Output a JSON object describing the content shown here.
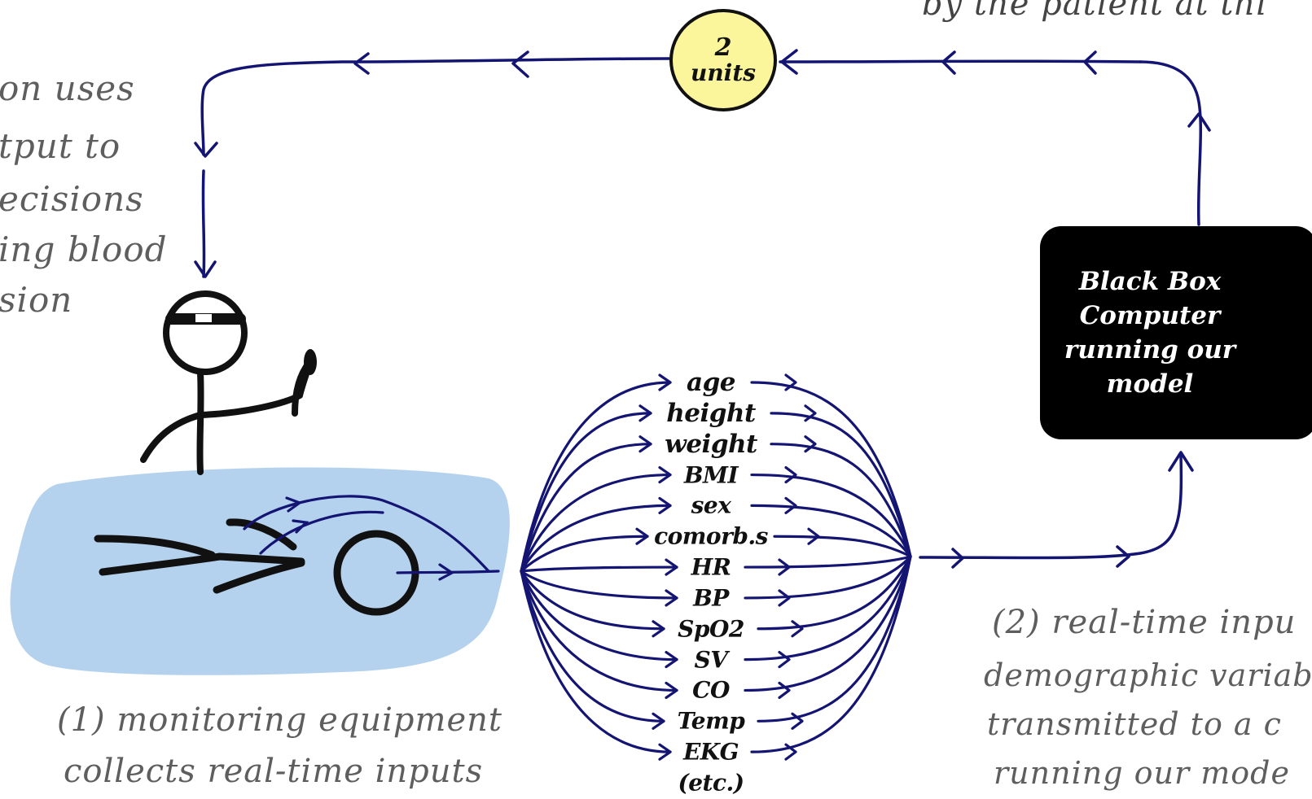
{
  "top_right_text": "by the patient at thi",
  "left_note_lines": [
    "on uses",
    "tput to",
    "ecisions",
    "ing blood",
    "sion"
  ],
  "dose": {
    "number": "2",
    "unit": "units",
    "color": "#fbf59b"
  },
  "black_box": {
    "label": "Black Box\nComputer\nrunning our\nmodel"
  },
  "variables": [
    "age",
    "height",
    "weight",
    "BMI",
    "sex",
    "comorb.s",
    "HR",
    "BP",
    "SpO2",
    "SV",
    "CO",
    "Temp",
    "EKG",
    "(etc.)"
  ],
  "caption_1": [
    "(1) monitoring equipment",
    "collects real-time inputs"
  ],
  "caption_2": [
    "(2) real-time inpu",
    "demographic variab",
    "transmitted to a c",
    "running our mode"
  ],
  "colors": {
    "arrow": "#141473",
    "bed": "#b4d2ee",
    "ink": "#111111",
    "caption": "#5e5e5e"
  }
}
